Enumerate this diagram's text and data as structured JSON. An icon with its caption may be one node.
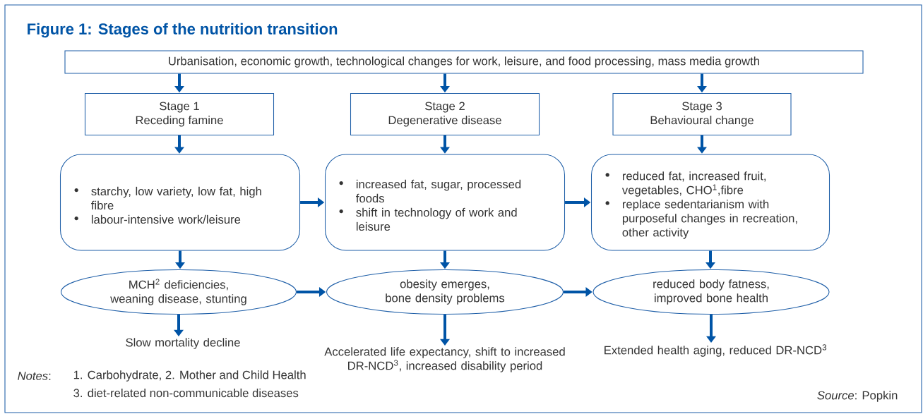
{
  "diagram": {
    "title": "Figure 1: Stages of the nutrition transition",
    "nodes": [
      {
        "text": [
          "Urbanisation, economic growth, technological changes for work, leisure, and food processing, mass media growth"
        ]
      },
      {
        "text": [
          "Stage 1",
          "Receding famine"
        ]
      },
      {
        "text": [
          "Stage 2",
          "Degenerative disease"
        ]
      },
      {
        "text": [
          "Stage 3",
          "Behavioural change"
        ]
      },
      {
        "text": [
          "starchy, low variety, low fat, high fibre",
          "labour-intensive work/leisure"
        ]
      },
      {
        "text": [
          "increased fat, sugar, processed foods",
          "shift in technology of work and leisure"
        ]
      },
      {
        "text": [
          "reduced fat, increased fruit, vegetables, CHO$^{1}$,fibre",
          "replace sedentarianism with purposeful changes in recreation, other activity"
        ]
      },
      {
        "text": [
          "MCH$^{2}$ deficiencies, weaning disease, stunting"
        ]
      },
      {
        "text": [
          "obesity emerges, bone density problems"
        ]
      },
      {
        "text": [
          "reduced body fatness, improved bone health"
        ]
      },
      {
        "text": [
          "Slow mortality decline"
        ]
      },
      {
        "text": [
          "Accelerated life expectancy, shift to increased DR-NCD$^{3}$, increased disability period"
        ]
      },
      {
        "text": [
          "Extended health aging, reduced DR-NCD$^{3}$"
        ]
      }
    ],
    "edges": [
      {
        "from": 0,
        "to": 1,
        "arrow": "to"
      },
      {
        "from": 0,
        "to": 2,
        "arrow": "to"
      },
      {
        "from": 0,
        "to": 3,
        "arrow": "to"
      },
      {
        "from": 1,
        "to": 4,
        "arrow": "to"
      },
      {
        "from": 2,
        "to": 5,
        "arrow": "to"
      },
      {
        "from": 3,
        "to": 6,
        "arrow": "to"
      },
      {
        "from": 4,
        "to": 5,
        "arrow": "to"
      },
      {
        "from": 5,
        "to": 6,
        "arrow": "to"
      },
      {
        "from": 4,
        "to": 7,
        "arrow": "to"
      },
      {
        "from": 5,
        "to": 8,
        "arrow": "to"
      },
      {
        "from": 6,
        "to": 9,
        "arrow": "to"
      },
      {
        "from": 7,
        "to": 8,
        "arrow": "to"
      },
      {
        "from": 8,
        "to": 9,
        "arrow": "to"
      },
      {
        "from": 7,
        "to": 10,
        "arrow": "to"
      },
      {
        "from": 8,
        "to": 11,
        "arrow": "to"
      },
      {
        "from": 9,
        "to": 12,
        "arrow": "to"
      }
    ],
    "labels": [
      "*Notes*:",
      "1. Carbohydrate, 2. Mother and Child Health",
      "3. diet-related non-communicable diseases",
      "*Source*: Popkin"
    ]
  }
}
